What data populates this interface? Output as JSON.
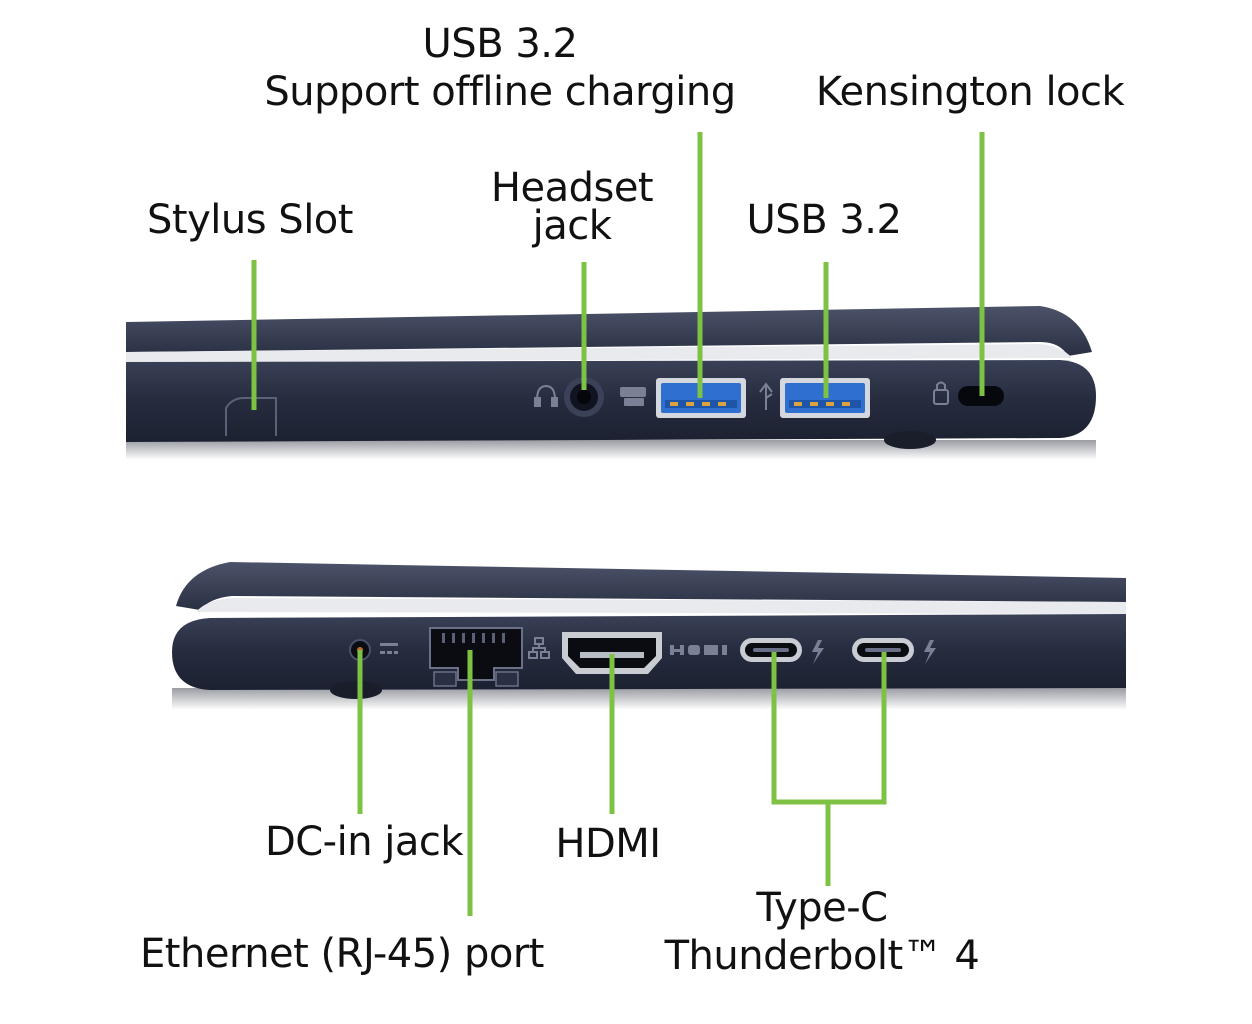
{
  "colors": {
    "leader_line": "#7dc242",
    "chassis_dark": "#262c3e",
    "chassis_mid": "#363d52",
    "chassis_edge": "#4a5168",
    "usb_blue": "#2f6fcf",
    "port_silver": "#c9ccd3",
    "text": "#111111"
  },
  "top_view": {
    "labels": {
      "usb_charging": [
        "USB 3.2",
        "Support offline charging"
      ],
      "kensington": "Kensington lock",
      "headset": [
        "Headset",
        "jack"
      ],
      "stylus": "Stylus Slot",
      "usb": "USB 3.2"
    },
    "port_icons": {
      "headset": "headset-icon",
      "usb_charging": "usb-charging-icon",
      "usb": "usb-icon",
      "lock": "kensington-lock-icon"
    }
  },
  "bottom_view": {
    "labels": {
      "dc_in": "DC-in jack",
      "ethernet": "Ethernet (RJ-45) port",
      "hdmi": "HDMI",
      "type_c": [
        "Type-C",
        "Thunderbolt™ 4"
      ]
    },
    "port_icons": {
      "dc_in": "dc-power-icon",
      "ethernet": "network-icon",
      "hdmi": "hdmi-logo-icon",
      "thunderbolt": "thunderbolt-bolt-icon"
    }
  }
}
